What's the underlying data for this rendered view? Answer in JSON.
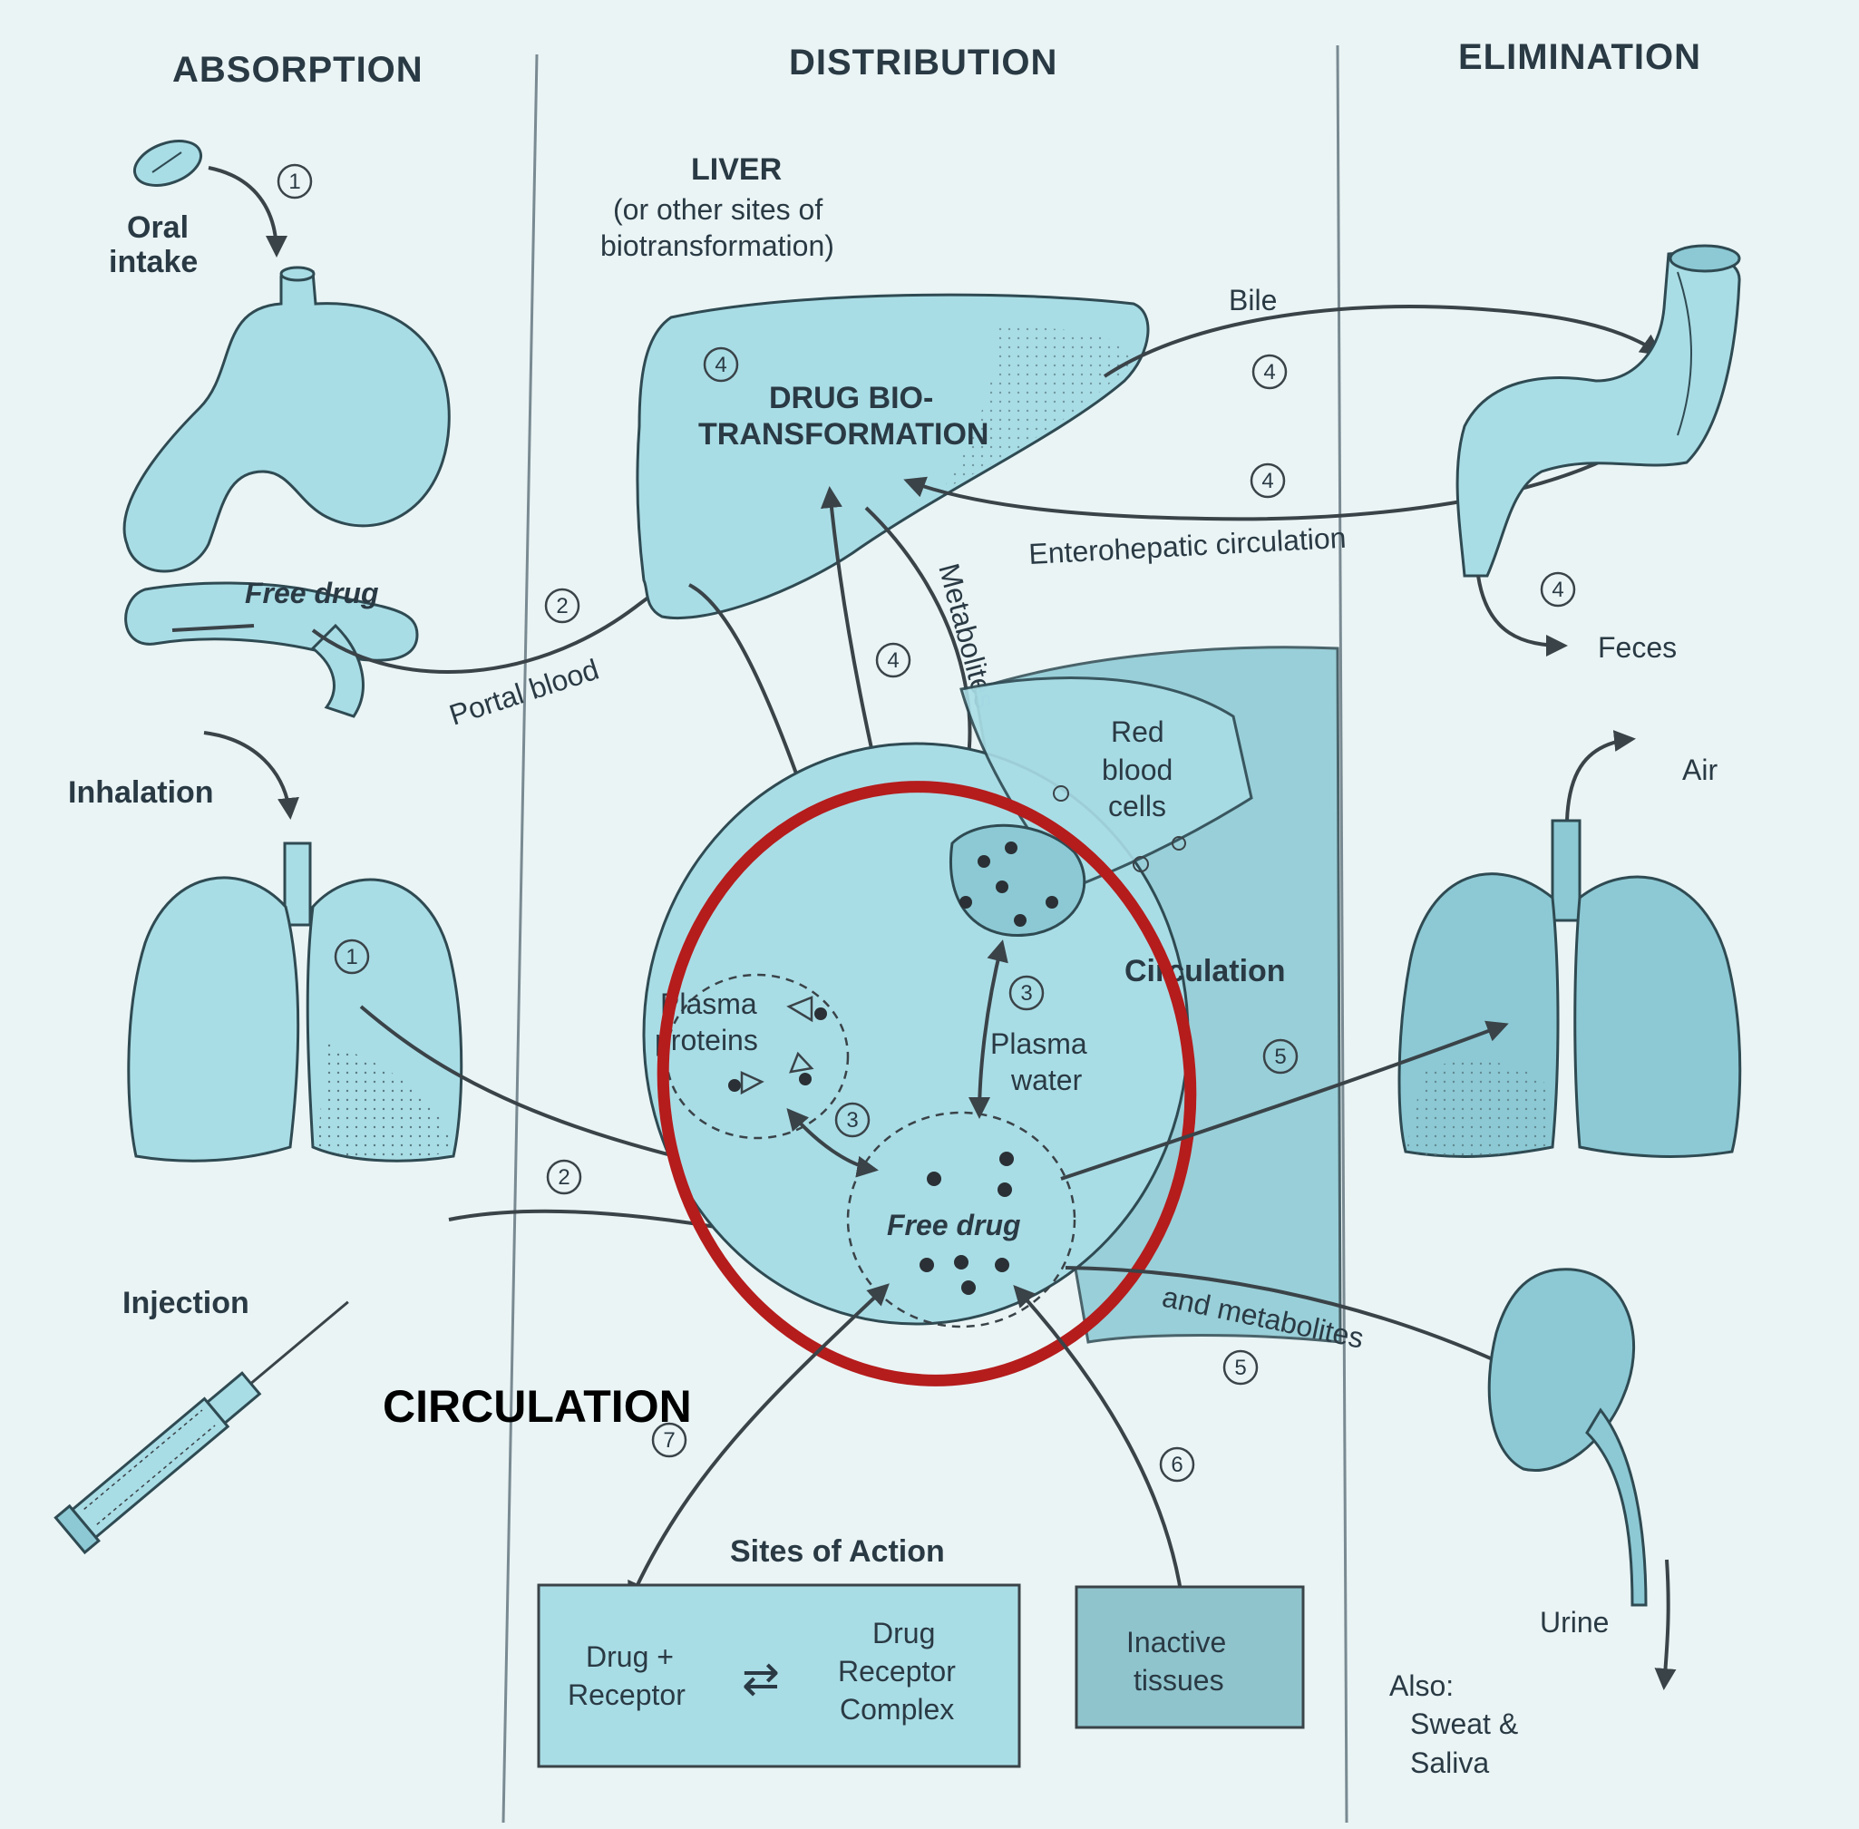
{
  "headers": {
    "absorption": "ABSORPTION",
    "distribution": "DISTRIBUTION",
    "elimination": "ELIMINATION"
  },
  "absorption": {
    "oral_intake_line1": "Oral",
    "oral_intake_line2": "intake",
    "free_drug": "Free drug",
    "portal_blood": "Portal blood",
    "inhalation": "Inhalation",
    "injection": "Injection"
  },
  "liver": {
    "title": "LIVER",
    "subtitle_line1": "(or other sites of",
    "subtitle_line2": "biotransformation)",
    "process_line1": "DRUG BIO-",
    "process_line2": "TRANSFORMATION"
  },
  "flows": {
    "bile": "Bile",
    "enterohepatic": "Enterohepatic circulation",
    "metabolites": "Metabolites",
    "feces": "Feces",
    "air": "Air",
    "and_metabolites": "and metabolites",
    "urine": "Urine"
  },
  "circulation": {
    "red_blood_line1": "Red",
    "red_blood_line2": "blood",
    "red_blood_line3": "cells",
    "label": "Circulation",
    "plasma_proteins_line1": "Plasma",
    "plasma_proteins_line2": "proteins",
    "plasma_water_line1": "Plasma",
    "plasma_water_line2": "water",
    "free_drug": "Free drug"
  },
  "sites": {
    "title": "Sites of Action",
    "drug_receptor_line1": "Drug +",
    "drug_receptor_line2": "Receptor",
    "equilibrium": "⇄",
    "complex_line1": "Drug",
    "complex_line2": "Receptor",
    "complex_line3": "Complex",
    "inactive_line1": "Inactive",
    "inactive_line2": "tissues"
  },
  "also": {
    "line1": "Also:",
    "line2": "Sweat &",
    "line3": "Saliva"
  },
  "annotation": {
    "callout": "CIRCULATION",
    "highlight_color": "#b51c1c"
  },
  "step_numbers": {
    "oral": "1",
    "inhalation": "1",
    "portal": "2",
    "injection": "2",
    "liver": "4",
    "bile": "4",
    "enterohepatic": "4",
    "metabolites": "4",
    "feces": "4",
    "plasma_water": "3",
    "plasma_proteins": "3",
    "lungs": "5",
    "kidney": "5",
    "inactive": "6",
    "sites": "7"
  }
}
